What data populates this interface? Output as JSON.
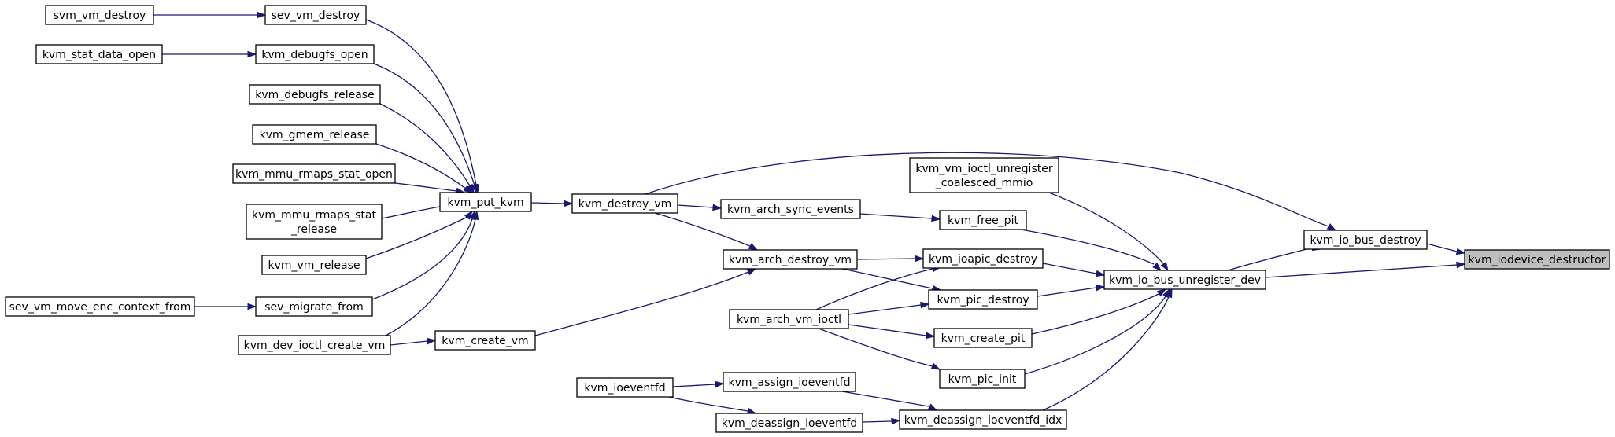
{
  "graph": {
    "title": "",
    "colors": {
      "edge": "#191970",
      "node_border": "#000000",
      "highlight_fill": "#bfbfbf",
      "background": "#ffffff"
    },
    "nodes": [
      {
        "id": "svm_vm_destroy",
        "label": [
          "svm_vm_destroy"
        ]
      },
      {
        "id": "sev_vm_destroy",
        "label": [
          "sev_vm_destroy"
        ]
      },
      {
        "id": "kvm_stat_data_open",
        "label": [
          "kvm_stat_data_open"
        ]
      },
      {
        "id": "kvm_debugfs_open",
        "label": [
          "kvm_debugfs_open"
        ]
      },
      {
        "id": "kvm_debugfs_release",
        "label": [
          "kvm_debugfs_release"
        ]
      },
      {
        "id": "kvm_gmem_release",
        "label": [
          "kvm_gmem_release"
        ]
      },
      {
        "id": "kvm_mmu_rmaps_stat_open",
        "label": [
          "kvm_mmu_rmaps_stat_open"
        ]
      },
      {
        "id": "kvm_mmu_rmaps_stat_release",
        "label": [
          "kvm_mmu_rmaps_stat",
          "_release"
        ]
      },
      {
        "id": "kvm_vm_release",
        "label": [
          "kvm_vm_release"
        ]
      },
      {
        "id": "sev_vm_move_enc_context_from",
        "label": [
          "sev_vm_move_enc_context_from"
        ]
      },
      {
        "id": "sev_migrate_from",
        "label": [
          "sev_migrate_from"
        ]
      },
      {
        "id": "kvm_dev_ioctl_create_vm",
        "label": [
          "kvm_dev_ioctl_create_vm"
        ]
      },
      {
        "id": "kvm_put_kvm",
        "label": [
          "kvm_put_kvm"
        ]
      },
      {
        "id": "kvm_create_vm",
        "label": [
          "kvm_create_vm"
        ]
      },
      {
        "id": "kvm_destroy_vm",
        "label": [
          "kvm_destroy_vm"
        ]
      },
      {
        "id": "kvm_ioeventfd",
        "label": [
          "kvm_ioeventfd"
        ]
      },
      {
        "id": "kvm_arch_sync_events",
        "label": [
          "kvm_arch_sync_events"
        ]
      },
      {
        "id": "kvm_arch_destroy_vm",
        "label": [
          "kvm_arch_destroy_vm"
        ]
      },
      {
        "id": "kvm_arch_vm_ioctl",
        "label": [
          "kvm_arch_vm_ioctl"
        ]
      },
      {
        "id": "kvm_assign_ioeventfd",
        "label": [
          "kvm_assign_ioeventfd"
        ]
      },
      {
        "id": "kvm_deassign_ioeventfd",
        "label": [
          "kvm_deassign_ioeventfd"
        ]
      },
      {
        "id": "kvm_vm_ioctl_unregister_coalesced_mmio",
        "label": [
          "kvm_vm_ioctl_unregister",
          "_coalesced_mmio"
        ]
      },
      {
        "id": "kvm_free_pit",
        "label": [
          "kvm_free_pit"
        ]
      },
      {
        "id": "kvm_ioapic_destroy",
        "label": [
          "kvm_ioapic_destroy"
        ]
      },
      {
        "id": "kvm_pic_destroy",
        "label": [
          "kvm_pic_destroy"
        ]
      },
      {
        "id": "kvm_create_pit",
        "label": [
          "kvm_create_pit"
        ]
      },
      {
        "id": "kvm_pic_init",
        "label": [
          "kvm_pic_init"
        ]
      },
      {
        "id": "kvm_deassign_ioeventfd_idx",
        "label": [
          "kvm_deassign_ioeventfd_idx"
        ]
      },
      {
        "id": "kvm_io_bus_unregister_dev",
        "label": [
          "kvm_io_bus_unregister_dev"
        ]
      },
      {
        "id": "kvm_io_bus_destroy",
        "label": [
          "kvm_io_bus_destroy"
        ]
      },
      {
        "id": "kvm_iodevice_destructor",
        "label": [
          "kvm_iodevice_destructor"
        ],
        "highlight": true
      }
    ],
    "edges": [
      {
        "from": "svm_vm_destroy",
        "to": "sev_vm_destroy"
      },
      {
        "from": "kvm_stat_data_open",
        "to": "kvm_debugfs_open"
      },
      {
        "from": "sev_vm_move_enc_context_from",
        "to": "sev_migrate_from"
      },
      {
        "from": "sev_vm_destroy",
        "to": "kvm_put_kvm"
      },
      {
        "from": "kvm_debugfs_open",
        "to": "kvm_put_kvm"
      },
      {
        "from": "kvm_debugfs_release",
        "to": "kvm_put_kvm"
      },
      {
        "from": "kvm_gmem_release",
        "to": "kvm_put_kvm"
      },
      {
        "from": "kvm_mmu_rmaps_stat_open",
        "to": "kvm_put_kvm"
      },
      {
        "from": "kvm_mmu_rmaps_stat_release",
        "to": "kvm_put_kvm"
      },
      {
        "from": "kvm_vm_release",
        "to": "kvm_put_kvm"
      },
      {
        "from": "sev_migrate_from",
        "to": "kvm_put_kvm"
      },
      {
        "from": "kvm_dev_ioctl_create_vm",
        "to": "kvm_put_kvm"
      },
      {
        "from": "kvm_dev_ioctl_create_vm",
        "to": "kvm_create_vm"
      },
      {
        "from": "kvm_put_kvm",
        "to": "kvm_destroy_vm"
      },
      {
        "from": "kvm_create_vm",
        "to": "kvm_arch_destroy_vm"
      },
      {
        "from": "kvm_destroy_vm",
        "to": "kvm_arch_sync_events"
      },
      {
        "from": "kvm_destroy_vm",
        "to": "kvm_arch_destroy_vm"
      },
      {
        "from": "kvm_ioeventfd",
        "to": "kvm_assign_ioeventfd"
      },
      {
        "from": "kvm_ioeventfd",
        "to": "kvm_deassign_ioeventfd"
      },
      {
        "from": "kvm_arch_sync_events",
        "to": "kvm_free_pit"
      },
      {
        "from": "kvm_arch_destroy_vm",
        "to": "kvm_ioapic_destroy"
      },
      {
        "from": "kvm_arch_destroy_vm",
        "to": "kvm_pic_destroy"
      },
      {
        "from": "kvm_arch_vm_ioctl",
        "to": "kvm_ioapic_destroy"
      },
      {
        "from": "kvm_arch_vm_ioctl",
        "to": "kvm_pic_destroy"
      },
      {
        "from": "kvm_arch_vm_ioctl",
        "to": "kvm_create_pit"
      },
      {
        "from": "kvm_arch_vm_ioctl",
        "to": "kvm_pic_init"
      },
      {
        "from": "kvm_assign_ioeventfd",
        "to": "kvm_deassign_ioeventfd_idx"
      },
      {
        "from": "kvm_deassign_ioeventfd",
        "to": "kvm_deassign_ioeventfd_idx"
      },
      {
        "from": "kvm_vm_ioctl_unregister_coalesced_mmio",
        "to": "kvm_io_bus_unregister_dev"
      },
      {
        "from": "kvm_free_pit",
        "to": "kvm_io_bus_unregister_dev"
      },
      {
        "from": "kvm_ioapic_destroy",
        "to": "kvm_io_bus_unregister_dev"
      },
      {
        "from": "kvm_pic_destroy",
        "to": "kvm_io_bus_unregister_dev"
      },
      {
        "from": "kvm_create_pit",
        "to": "kvm_io_bus_unregister_dev"
      },
      {
        "from": "kvm_pic_init",
        "to": "kvm_io_bus_unregister_dev"
      },
      {
        "from": "kvm_deassign_ioeventfd_idx",
        "to": "kvm_io_bus_unregister_dev"
      },
      {
        "from": "kvm_destroy_vm",
        "to": "kvm_io_bus_destroy"
      },
      {
        "from": "kvm_io_bus_unregister_dev",
        "to": "kvm_io_bus_destroy"
      },
      {
        "from": "kvm_io_bus_destroy",
        "to": "kvm_iodevice_destructor"
      },
      {
        "from": "kvm_io_bus_unregister_dev",
        "to": "kvm_iodevice_destructor"
      }
    ]
  }
}
